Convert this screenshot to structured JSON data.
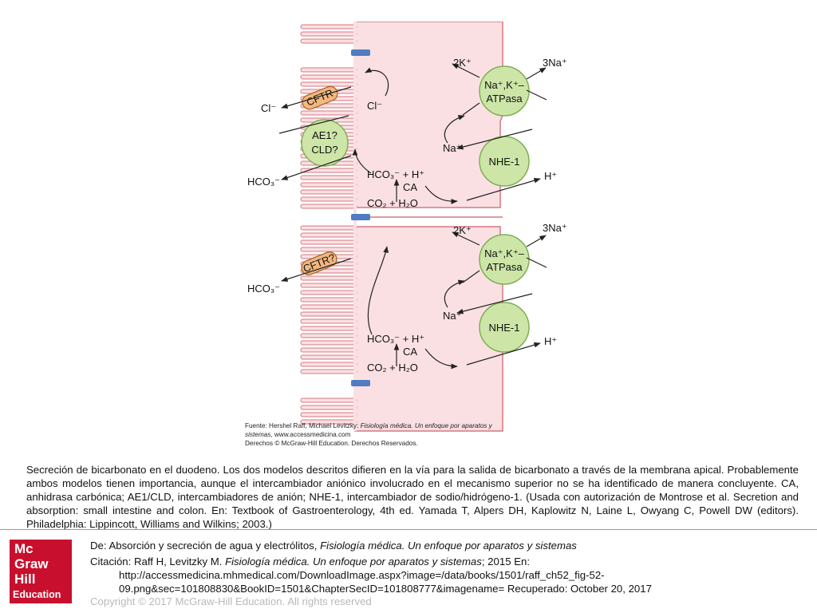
{
  "diagram": {
    "colors": {
      "cell_fill": "#fbe0e3",
      "cell_stroke": "#d4787f",
      "junction": "#4f7cc2",
      "transporter_fill": "#cde6a8",
      "transporter_stroke": "#7fae56",
      "cftr_fill": "#f3b77f",
      "cftr_stroke": "#a45f2b"
    },
    "top_cell": {
      "cl_out": "Cl⁻",
      "cl_in": "Cl⁻",
      "cftr": "CFTR",
      "ae1": "AE1?",
      "cld": "CLD?",
      "hco3_out": "HCO₃⁻",
      "hco3_h": "HCO₃⁻ + H⁺",
      "ca": "CA",
      "co2_h2o": "CO₂ + H₂O",
      "k2": "2K⁺",
      "na3": "3Na⁺",
      "pump_line1": "Na⁺,K⁺–",
      "pump_line2": "ATPasa",
      "na": "Na⁺",
      "nhe": "NHE-1",
      "h": "H⁺"
    },
    "bottom_cell": {
      "cftr": "CFTR?",
      "hco3_out": "HCO₃⁻",
      "hco3_h": "HCO₃⁻ + H⁺",
      "ca": "CA",
      "co2_h2o": "CO₂ + H₂O",
      "k2": "2K⁺",
      "na3": "3Na⁺",
      "pump_line1": "Na⁺,K⁺–",
      "pump_line2": "ATPasa",
      "na": "Na⁺",
      "nhe": "NHE-1",
      "h": "H⁺"
    },
    "source": {
      "prefix": "Fuente: Hershel Raff, Michael Levitzky: ",
      "book_a": "Fisiología médica. Un enfoque por aparatos y",
      "book_b": "sistemas",
      "site": ", www.accessmedicina.com",
      "rights": "Derechos © McGraw-Hill Education. Derechos Reservados."
    }
  },
  "caption": " Secreción de bicarbonato en el duodeno. Los dos modelos descritos difieren en la vía para la salida de bicarbonato a través de la membrana apical. Probablemente ambos modelos tienen importancia, aunque el intercambiador aniónico involucrado en el mecanismo superior no se ha identificado de manera concluyente. CA, anhidrasa carbónica; AE1/CLD, intercambiadores de anión; NHE-1, intercambiador de sodio/hidrógeno-1. (Usada con autorización de Montrose et al. Secretion and absorption: small intestine and colon. En: Textbook of Gastroenterology, 4th ed. Yamada T, Alpers DH, Kaplowitz N, Laine L, Owyang C, Powell DW (editors). Philadelphia: Lippincott, Williams and Wilkins; 2003.)",
  "logo": {
    "line1": "Mc",
    "line2": "Graw",
    "line3": "Hill",
    "line4": "Education"
  },
  "reference": {
    "de_prefix": "De: Absorción y secreción de agua y electrólitos, ",
    "de_book": "Fisiología médica. Un enfoque por aparatos y sistemas",
    "cita_prefix": "Citación: Raff H, Levitzky M. ",
    "cita_book": "Fisiología médica. Un enfoque por aparatos y sistemas",
    "cita_suffix": "; 2015 En:",
    "url_line1": "http://accessmedicina.mhmedical.com/DownloadImage.aspx?image=/data/books/1501/raff_ch52_fig-52-",
    "url_line2": "09.png&sec=101808830&BookID=1501&ChapterSecID=101808777&imagename= Recuperado: October 20, 2017"
  },
  "copyright": "Copyright © 2017 McGraw-Hill Education. All rights reserved"
}
